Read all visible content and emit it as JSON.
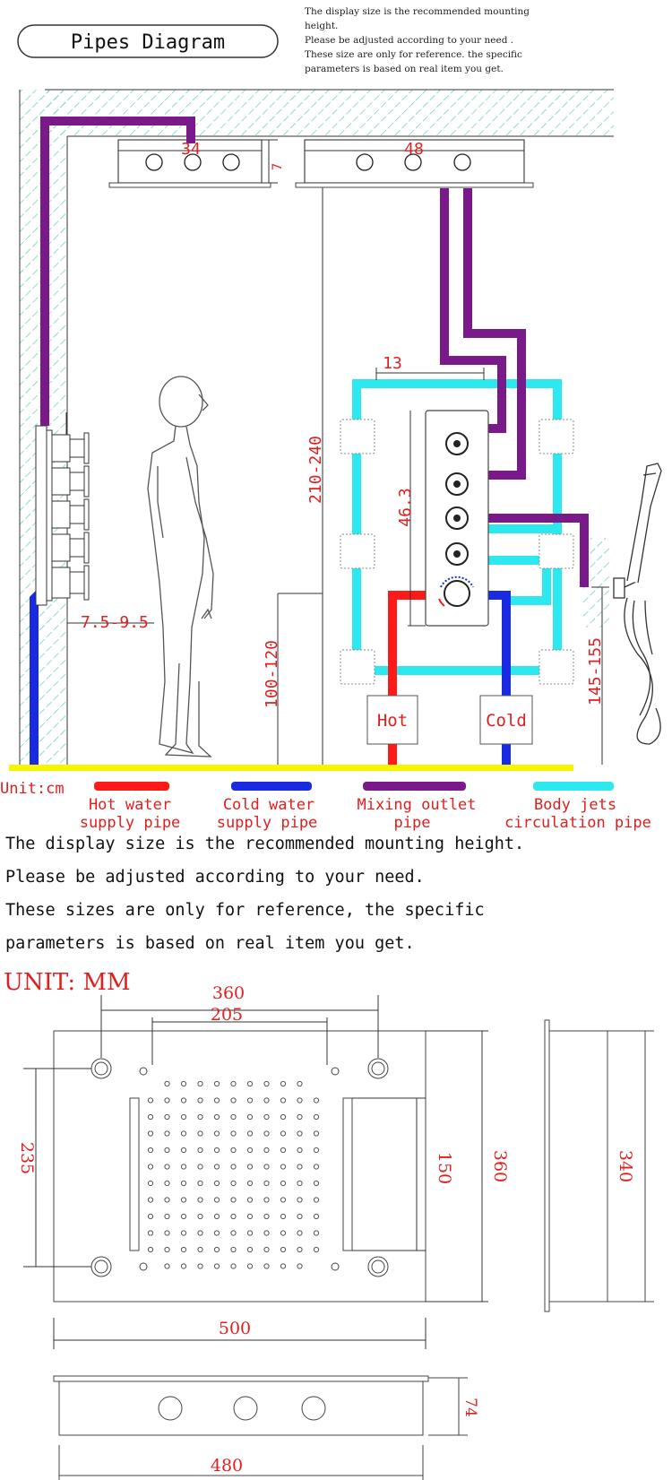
{
  "header": {
    "title": "Pipes Diagram",
    "note_lines": [
      "The display size is the recommended mounting",
      "height.",
      "Please be adjusted according to your need   .",
      "These size are only for reference. the specific",
      "parameters is based on real item you get."
    ]
  },
  "dimensions_top": {
    "panel_small_width": "34",
    "panel_small_height": "7",
    "panel_large_width": "48",
    "offset_13": "13",
    "height_210_240": "210-240",
    "height_46_3": "46.3",
    "height_100_120": "100-120",
    "height_145_155": "145-155",
    "depth_7_5_9_5": "7.5-9.5"
  },
  "valve_labels": {
    "hot": "Hot",
    "cold": "Cold"
  },
  "unit_cm": "Unit:cm",
  "legend": [
    {
      "line1": "Hot water",
      "line2": "supply pipe",
      "color": "#ff1a1a"
    },
    {
      "line1": "Cold water",
      "line2": "supply pipe",
      "color": "#1a2ae0"
    },
    {
      "line1": "Mixing outlet",
      "line2": "pipe",
      "color": "#7a1a8a"
    },
    {
      "line1": "Body jets",
      "line2": "circulation pipe",
      "color": "#2ee8f0"
    }
  ],
  "notice_lines": [
    "The display size is the recommended mounting height.",
    "Please be adjusted according to your need.",
    "These sizes are only for reference, the specific",
    "parameters is based on real item you get."
  ],
  "unit_mm": "UNIT: MM",
  "dimensions_mm": {
    "top_360": "360",
    "top_205": "205",
    "left_235": "235",
    "inner_150": "150",
    "right_360": "360",
    "side_340": "340",
    "bottom_500": "500",
    "lower_74": "74",
    "lower_480": "480"
  },
  "colors": {
    "hot": "#ff1a1a",
    "cold": "#1a2ae0",
    "mixing": "#7a1a8a",
    "body_jets": "#2ee8f0",
    "floor": "#f5f500",
    "dimension_text": "#e02020",
    "hatch": "#55c8c0"
  }
}
